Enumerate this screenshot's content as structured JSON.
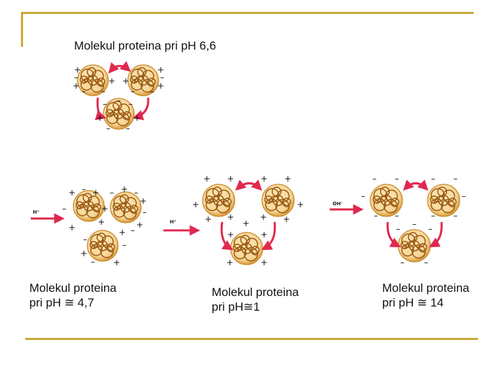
{
  "captions": {
    "top": "Molekul proteina pri pH 6,6",
    "left_line1": "Molekul proteina",
    "left_line2": "pri pH ≅ 4,7",
    "middle_line1": "Molekul proteina",
    "middle_line2": "pri pH≅1",
    "right_line1": "Molekul proteina",
    "right_line2": "pri pH ≅ 14"
  },
  "reagents": {
    "h_plus_left": "H⁺",
    "h_plus_middle": "H⁺",
    "oh_minus": "OH⁻"
  },
  "colors": {
    "accent_rule": "#c8a837",
    "arrow": "#e0284e",
    "molecule_fill": "#f6d79a",
    "molecule_rim": "#c9892a"
  }
}
